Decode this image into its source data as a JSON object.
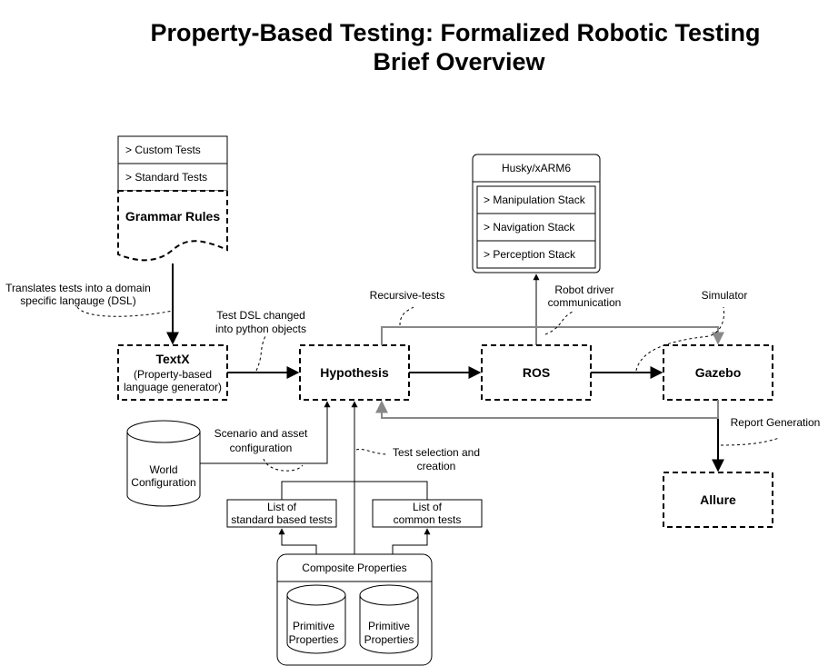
{
  "title": {
    "line1": "Property-Based Testing: Formalized Robotic Testing",
    "line2": "Brief Overview"
  },
  "grammar": {
    "custom_tests": "> Custom Tests",
    "standard_tests": "> Standard Tests",
    "grammar_rules": "Grammar Rules"
  },
  "textx": {
    "title": "TextX",
    "sub1": "(Property-based",
    "sub2": "language generator)"
  },
  "hypothesis": {
    "label": "Hypothesis"
  },
  "ros": {
    "label": "ROS"
  },
  "gazebo": {
    "label": "Gazebo"
  },
  "allure": {
    "label": "Allure"
  },
  "robot": {
    "title": "Husky/xARM6",
    "items": [
      "> Manipulation Stack",
      "> Navigation Stack",
      "> Perception Stack"
    ]
  },
  "world": {
    "line1": "World",
    "line2": "Configuration"
  },
  "lists": {
    "standard": {
      "line1": "List of",
      "line2": "standard based tests"
    },
    "common": {
      "line1": "List of",
      "line2": "common tests"
    }
  },
  "composite": {
    "title": "Composite Properties",
    "primitive1": {
      "line1": "Primitive",
      "line2": "Properties"
    },
    "primitive2": {
      "line1": "Primitive",
      "line2": "Properties"
    }
  },
  "annotations": {
    "dsl1": "Translates tests into a domain",
    "dsl2": "specific langauge (DSL)",
    "python1": "Test DSL changed",
    "python2": "into python objects",
    "recursive": "Recursive-tests",
    "robotcomm1": "Robot driver",
    "robotcomm2": "communication",
    "simulator": "Simulator",
    "report": "Report Generation",
    "scenario1": "Scenario and asset",
    "scenario2": "configuration",
    "selection1": "Test selection and",
    "selection2": "creation"
  }
}
